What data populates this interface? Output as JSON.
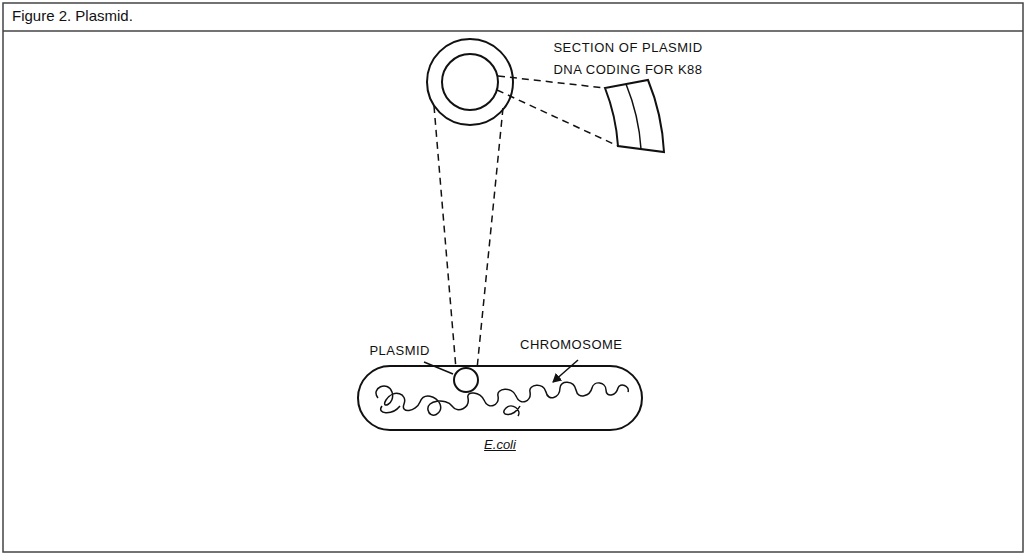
{
  "diagram": {
    "title": "Figure 2. Plasmid.",
    "nodes": [
      {
        "text": [
          "E.coli"
        ]
      }
    ],
    "labels": [
      "SECTION OF PLASMID DNA CODING FOR K88",
      "PLASMID",
      "CHROMOSOME"
    ]
  }
}
